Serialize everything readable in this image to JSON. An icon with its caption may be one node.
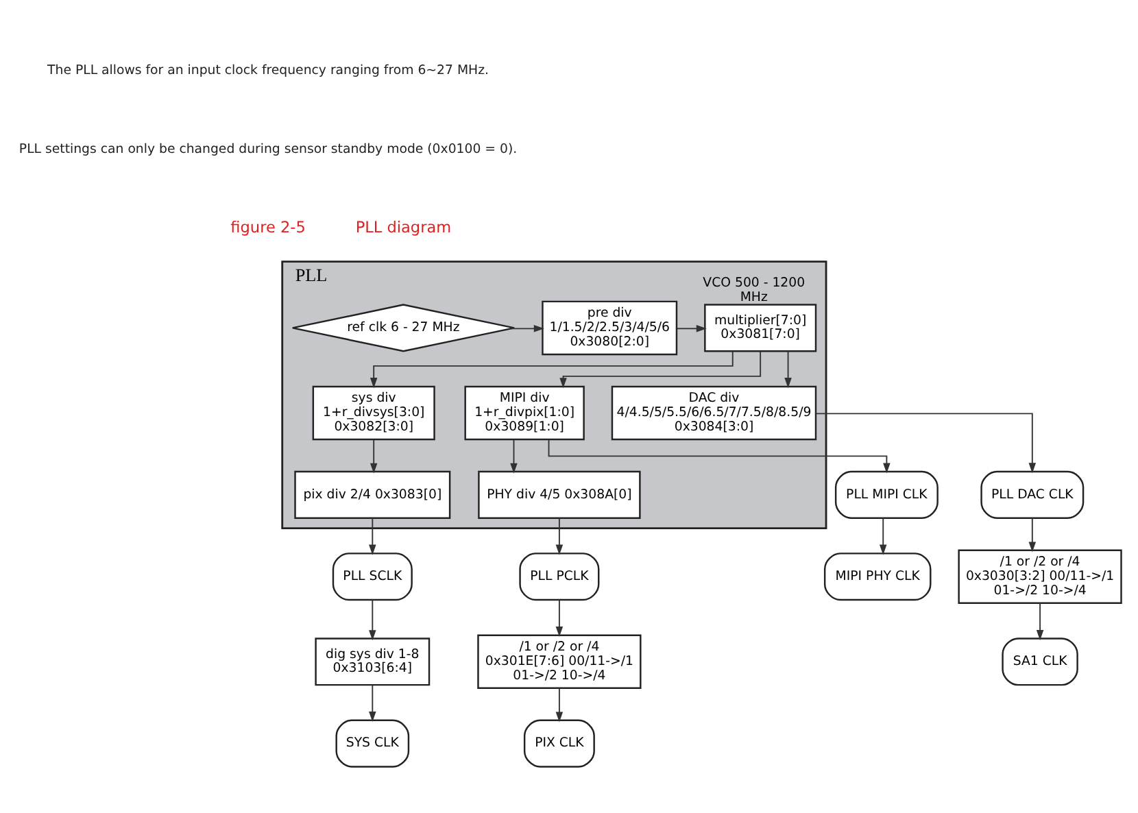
{
  "diagram": {
    "nodes": [
      {
        "text": [
          "PLL"
        ]
      },
      {
        "text": [
          "ref clk 6 - 27 MHz"
        ],
        "in": 0
      },
      {
        "text": [
          "pre div 1/1.5/2/2.5/3/4/5/6 0x3080[2:0]"
        ],
        "in": 0
      },
      {
        "text": [
          "multiplier[7:0] 0x3081[7:0]"
        ],
        "in": 0,
        "beside": [
          "VCO 500 - 1200 MHz"
        ]
      },
      {
        "text": [
          "DAC div 4/4.5/5/5.5/6/6.5/7/7.5/8/8.5/9 0x3084[3:0]"
        ],
        "in": 0
      },
      {
        "text": [
          "sys div 1+r_divsys[3:0] 0x3082[3:0]"
        ],
        "in": 0
      },
      {
        "text": [
          "MIPI div 1+r_divpix[1:0] 0x3089[1:0]"
        ],
        "in": 0
      },
      {
        "text": [
          "pix div 2/4 0x3083[0]"
        ],
        "in": 0
      },
      {
        "text": [
          "PHY div 4/5 0x308A[0]"
        ],
        "in": 0
      },
      {
        "text": [
          "PLL DAC CLK"
        ]
      },
      {
        "text": [
          "PLL SCLK"
        ]
      },
      {
        "text": [
          "PLL PCLK"
        ]
      },
      {
        "text": [
          "PLL MIPI CLK"
        ]
      },
      {
        "text": [
          "/1 or /2 or /4 0x3030[3:2] 00/11->/1 01->/2 10->/4"
        ]
      },
      {
        "text": [
          "dig sys div 1-8 0x3103[6:4]"
        ]
      },
      {
        "text": [
          "/1 or /2 or /4 0x301E[7:6] 00/11->/1 01->/2 10->/4"
        ]
      },
      {
        "text": [
          "SA1 CLK"
        ]
      },
      {
        "text": [
          "SYS CLK"
        ]
      },
      {
        "text": [
          "PIX CLK"
        ]
      },
      {
        "text": [
          "MIPI PHY CLK"
        ]
      }
    ],
    "edges": [
      {
        "from": 1,
        "to": 2,
        "arrow": "to"
      },
      {
        "from": 2,
        "to": 3,
        "arrow": "to"
      },
      {
        "from": 3,
        "to": 4,
        "arrow": "to"
      },
      {
        "from": 3,
        "to": 5,
        "arrow": "to"
      },
      {
        "from": 3,
        "to": 6,
        "arrow": "to"
      },
      {
        "from": 5,
        "to": 7,
        "arrow": "to"
      },
      {
        "from": 6,
        "to": 8,
        "arrow": "to"
      },
      {
        "from": 6,
        "to": 12,
        "arrow": "to"
      },
      {
        "from": 4,
        "to": 9,
        "arrow": "to"
      },
      {
        "from": 7,
        "to": 10,
        "arrow": "to"
      },
      {
        "from": 8,
        "to": 11,
        "arrow": "to"
      },
      {
        "from": 9,
        "to": 13,
        "arrow": "to"
      },
      {
        "from": 10,
        "to": 14,
        "arrow": "to"
      },
      {
        "from": 11,
        "to": 15,
        "arrow": "to"
      },
      {
        "from": 12,
        "to": 19,
        "arrow": "to"
      },
      {
        "from": 13,
        "to": 16,
        "arrow": "to"
      },
      {
        "from": 14,
        "to": 17,
        "arrow": "to"
      },
      {
        "from": 15,
        "to": 18,
        "arrow": "to"
      }
    ],
    "labels": [
      "The PLL allows for an input clock frequency ranging from 6~27 MHz.",
      "PLL settings can only be changed during sensor standby mode (0x0100 = 0).",
      "figure 2-5",
      "PLL diagram"
    ]
  }
}
